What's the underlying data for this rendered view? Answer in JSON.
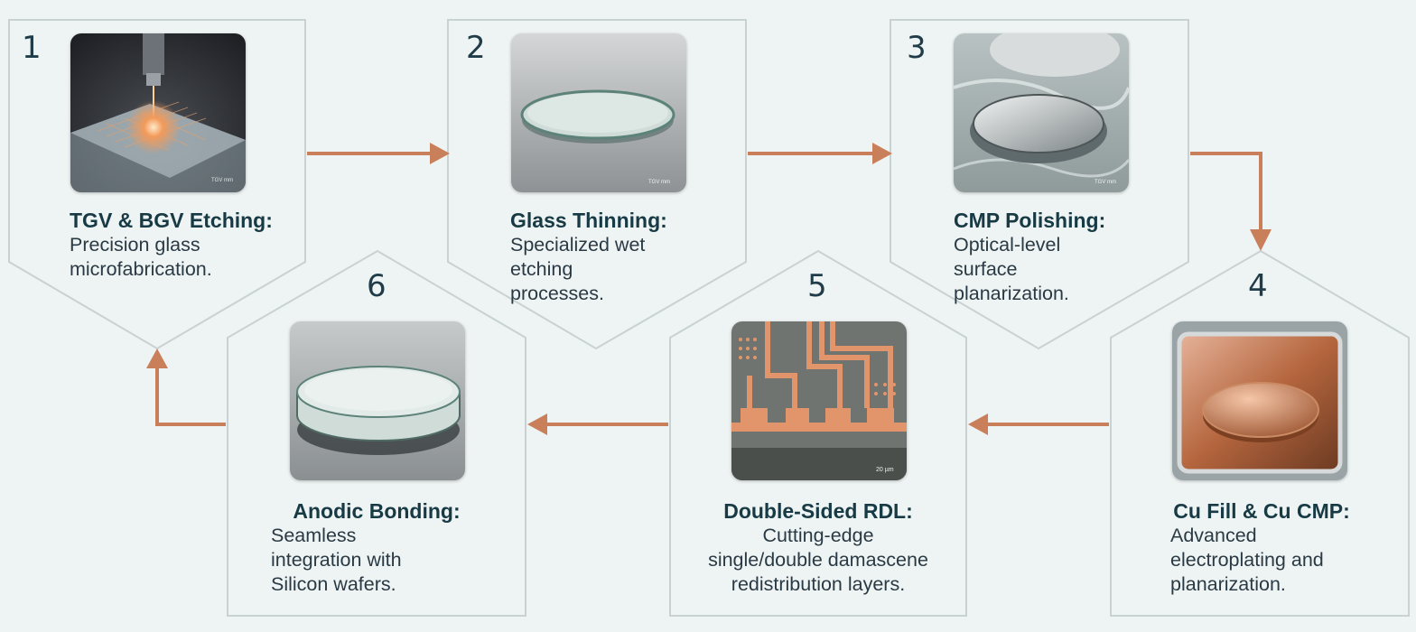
{
  "colors": {
    "arrow": "#c9805a",
    "outline": "#c9d2d3",
    "title": "#173a45",
    "text": "#2a3a44",
    "background": "#eef3f3"
  },
  "steps": [
    {
      "number": "1",
      "title": "TGV & BGV Etching:",
      "desc": "Precision glass\nmicrofabrication.",
      "image": "laser-etching-image",
      "scale_text": "TGV mm"
    },
    {
      "number": "2",
      "title": "Glass Thinning:",
      "desc": "Specialized wet\netching processes.",
      "image": "glass-wafer-image",
      "scale_text": "TGV mm"
    },
    {
      "number": "3",
      "title": "CMP Polishing:",
      "desc": "Optical-level surface\nplanarization.",
      "image": "cmp-polishing-image",
      "scale_text": "TGV mm"
    },
    {
      "number": "4",
      "title": "Cu Fill & Cu CMP:",
      "desc": "Advanced\nelectroplating and\nplanarization.",
      "image": "copper-plating-image",
      "scale_text": ""
    },
    {
      "number": "5",
      "title": "Double-Sided RDL:",
      "desc": "Cutting-edge\nsingle/double damascene\nredistribution layers.",
      "image": "rdl-microscope-image",
      "scale_text": "20 µm"
    },
    {
      "number": "6",
      "title": "Anodic Bonding:",
      "desc": "Seamless\nintegration with\nSilicon wafers.",
      "image": "bonded-wafer-image",
      "scale_text": ""
    }
  ]
}
